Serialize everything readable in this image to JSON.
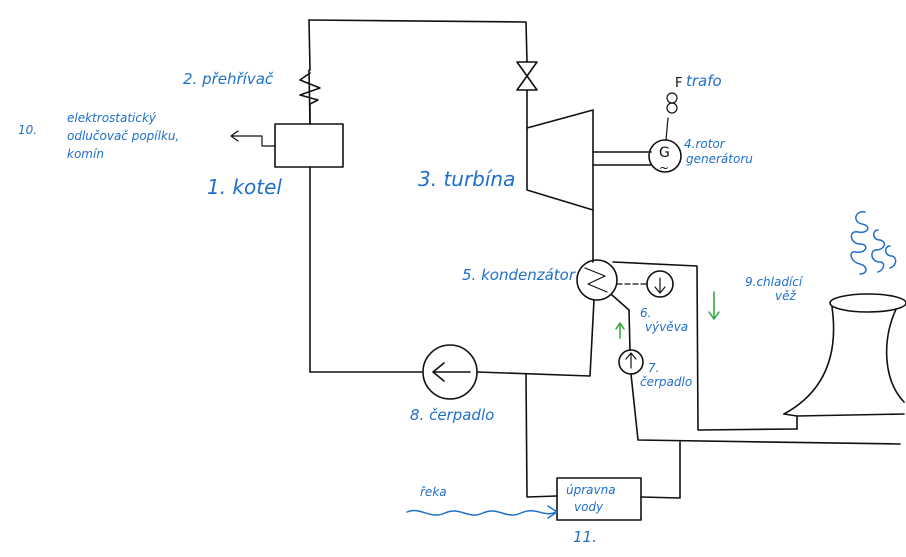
{
  "labels": {
    "kotel": "1. kotel",
    "prehrivac": "2. přehřívač",
    "turbina": "3. turbína",
    "rotor_line1": "4.rotor",
    "rotor_line2": "generátoru",
    "trafo": "trafo",
    "kondenzator": "5. kondenzátor",
    "vyveva_num": "6.",
    "vyveva": "vývěva",
    "cerpadlo7_num": "7.",
    "cerpadlo7": "čerpadlo",
    "cerpadlo8": "8. čerpadlo",
    "chladici_line1": "9.chladící",
    "chladici_line2": "věž",
    "num10": "10.",
    "odlucovac_line1": "elektrostatický",
    "odlucovac_line2": "odlučovač popílku,",
    "odlucovac_line3": "komín",
    "upravna_line1": "úpravna",
    "upravna_line2": "vody",
    "num11": "11.",
    "reka": "řeka"
  },
  "symbols": {
    "generator_letter": "G",
    "generator_wave": "~",
    "trafo_letter": "F"
  },
  "colors": {
    "ink": "#111111",
    "label_blue": "#1f6fc9",
    "arrow_green": "#2aa63a"
  }
}
